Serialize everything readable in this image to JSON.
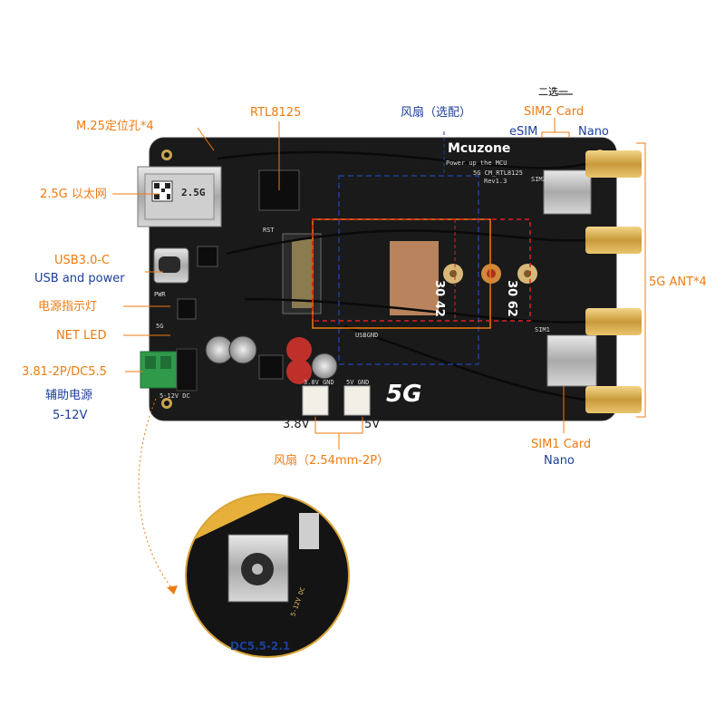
{
  "labels": {
    "mount_holes": "M.25定位孔*4",
    "rtl": "RTL8125",
    "fan_optional": "风扇（选配）",
    "sim_select": "二选一",
    "sim2_card": "SIM2 Card",
    "esim": "eSIM",
    "nano_top": "Nano",
    "ethernet": "2.5G 以太网",
    "usb_c": "USB3.0-C",
    "usb_power": "USB and power",
    "power_led": "电源指示灯",
    "net_led": "NET LED",
    "dc_connector": "3.81-2P/DC5.5",
    "aux_power": "辅助电源",
    "voltage_range": "5-12V",
    "antenna": "5G ANT*4",
    "sim1_card": "SIM1 Card",
    "nano_bottom": "Nano",
    "fan_38v": "3.8V",
    "fan_5v": "5V",
    "fan_connector": "风扇（2.54mm-2P）",
    "size_3042": "30 42",
    "size_3062": "30 62",
    "dc_callout": "DC5.5-2.1"
  },
  "board": {
    "brand": "Mcuzone",
    "tagline": "Power up the MCU",
    "model": "5G  CM_RTL8125",
    "rev": "Rev1.3",
    "logo": "5G",
    "rj45_label": "2.5G",
    "silk_pwr": "PWR",
    "silk_5g": "5G",
    "silk_dc": "5-12V  DC",
    "silk_rst": "RST",
    "silk_3v8": "3.8V  GND",
    "silk_5v": "5V  GND",
    "silk_sim1": "SIM1",
    "silk_sim2": "SIM2",
    "silk_usbgnd": "USBGND",
    "silk_zoom_dc": "5-12V  DC"
  },
  "colors": {
    "orange": "#ee7b10",
    "blue": "#1c3f9a",
    "red_dash": "#e02020",
    "pcb": "#1c1c1c"
  }
}
